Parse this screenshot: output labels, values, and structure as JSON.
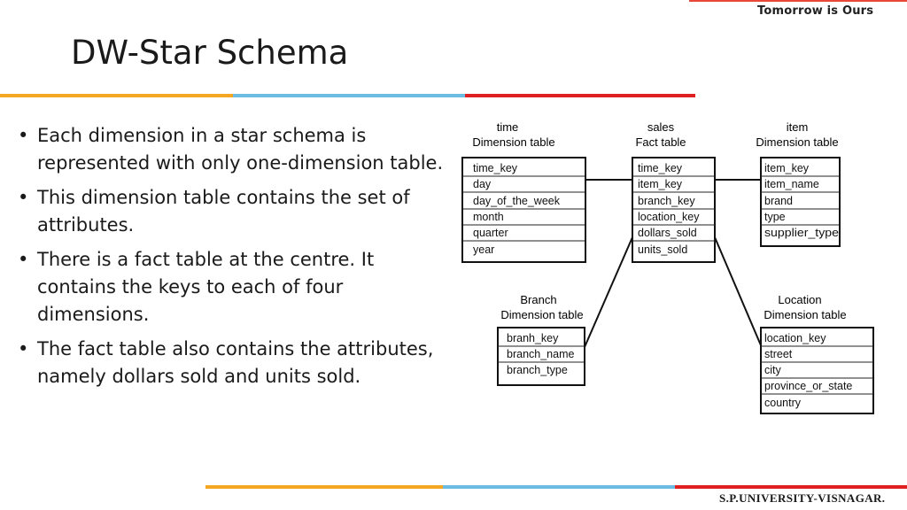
{
  "header": {
    "tagline": "Tomorrow is Ours"
  },
  "slide": {
    "title": "DW-Star Schema",
    "bullets": [
      "Each dimension in a star schema is represented with only one-dimension table.",
      "This dimension table contains the set of attributes.",
      "There is a fact table at the centre. It contains the keys to each of four dimensions.",
      "The fact table also contains the attributes, namely dollars sold and units sold."
    ]
  },
  "footer": {
    "university": "S.P.UNIVERSITY-VISNAGAR."
  },
  "colors": {
    "orange": "#f5a623",
    "blue": "#6bbbe3",
    "red": "#e02020"
  },
  "diagram": {
    "tables": [
      {
        "id": "time",
        "name": "time",
        "subtitle": "Dimension table",
        "fields": [
          "time_key",
          "day",
          "day_of_the_week",
          "month",
          "quarter",
          "year"
        ]
      },
      {
        "id": "sales",
        "name": "sales",
        "subtitle": "Fact table",
        "fields": [
          "time_key",
          "item_key",
          "branch_key",
          "location_key",
          "dollars_sold",
          "units_sold"
        ]
      },
      {
        "id": "item",
        "name": "item",
        "subtitle": "Dimension table",
        "fields": [
          "item_key",
          "item_name",
          "brand",
          "type",
          "supplier_type"
        ]
      },
      {
        "id": "branch",
        "name": "Branch",
        "subtitle": "Dimension table",
        "fields": [
          "branh_key",
          "branch_name",
          "branch_type"
        ]
      },
      {
        "id": "location",
        "name": "Location",
        "subtitle": "Dimension table",
        "fields": [
          "location_key",
          "street",
          "city",
          "province_or_state",
          "country"
        ]
      }
    ]
  }
}
